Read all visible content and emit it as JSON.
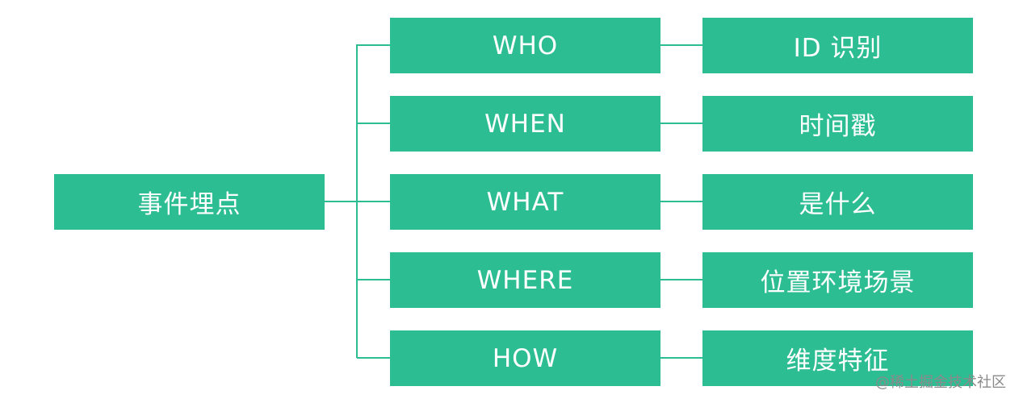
{
  "diagram": {
    "root": {
      "label": "事件埋点"
    },
    "branches": [
      {
        "dimension": "WHO",
        "meaning": "ID 识别"
      },
      {
        "dimension": "WHEN",
        "meaning": "时间戳"
      },
      {
        "dimension": "WHAT",
        "meaning": "是什么"
      },
      {
        "dimension": "WHERE",
        "meaning": "位置环境场景"
      },
      {
        "dimension": "HOW",
        "meaning": "维度特征"
      }
    ],
    "colors": {
      "node_fill": "#2dbd92",
      "node_text": "#ffffff",
      "connector": "#2dbd92"
    }
  },
  "watermark": {
    "text": "@稀土掘金技术社区"
  }
}
